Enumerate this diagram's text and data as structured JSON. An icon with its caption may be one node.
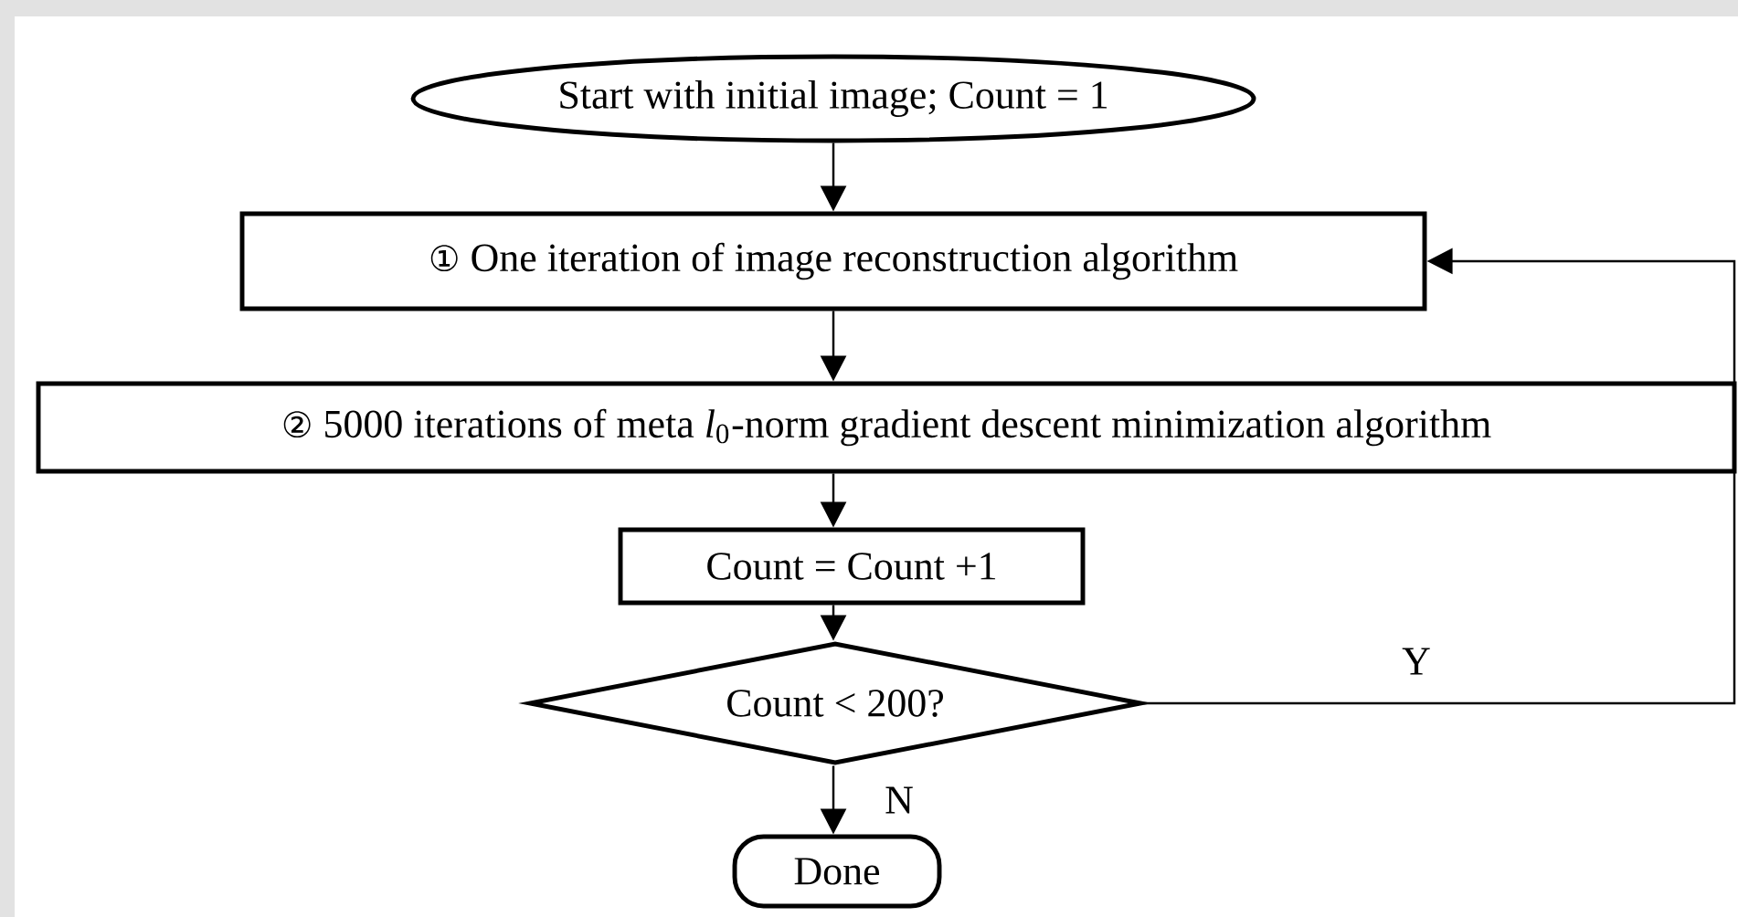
{
  "diagram": {
    "nodes": [
      {
        "text": [
          "Start with initial image; Count = 1"
        ]
      },
      {
        "text": [
          "① One iteration of image reconstruction algorithm"
        ]
      },
      {
        "text": [
          "② 5000 iterations of meta *l*$_{0}$-norm gradient descent minimization algorithm"
        ]
      },
      {
        "text": [
          "Count = Count +1"
        ]
      },
      {
        "text": [
          "Count < 200?"
        ]
      },
      {
        "text": [
          "Done"
        ]
      }
    ],
    "edges": [
      {
        "from": 0,
        "to": 1,
        "arrow": "to"
      },
      {
        "from": 1,
        "to": 2,
        "arrow": "to"
      },
      {
        "from": 2,
        "to": 3,
        "arrow": "to"
      },
      {
        "from": 3,
        "to": 4,
        "arrow": "to"
      },
      {
        "from": 4,
        "to": 1,
        "arrow": "to",
        "label": "Y"
      },
      {
        "from": 4,
        "to": 5,
        "arrow": "to",
        "label": "N"
      }
    ]
  }
}
